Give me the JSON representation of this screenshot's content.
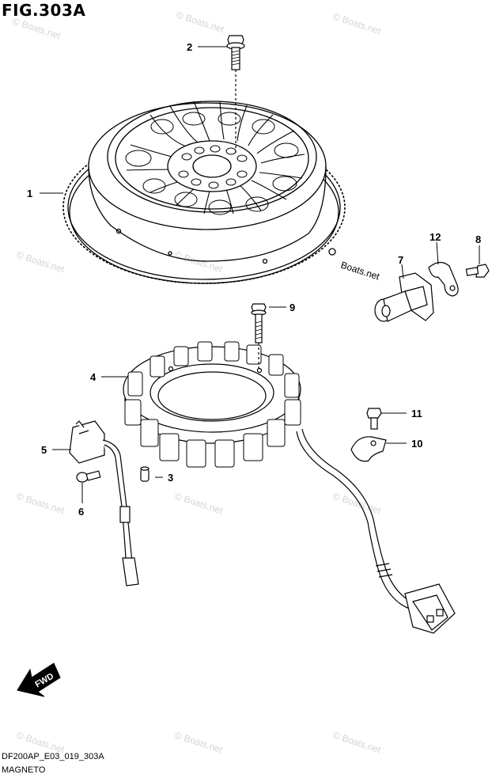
{
  "figure": {
    "title": "FIG.303A",
    "code": "DF200AP_E03_019_303A",
    "name": "MAGNETO",
    "watermark": "© Boats.net",
    "watermark_inline": "Boats.net",
    "fwd_label": "FWD"
  },
  "callouts": {
    "c1": "1",
    "c2": "2",
    "c3": "3",
    "c4": "4",
    "c5": "5",
    "c6": "6",
    "c7": "7",
    "c8": "8",
    "c9": "9",
    "c10": "10",
    "c11": "11",
    "c12": "12"
  },
  "colors": {
    "line": "#000000",
    "background": "#ffffff",
    "watermark": "#d4d4d4"
  }
}
